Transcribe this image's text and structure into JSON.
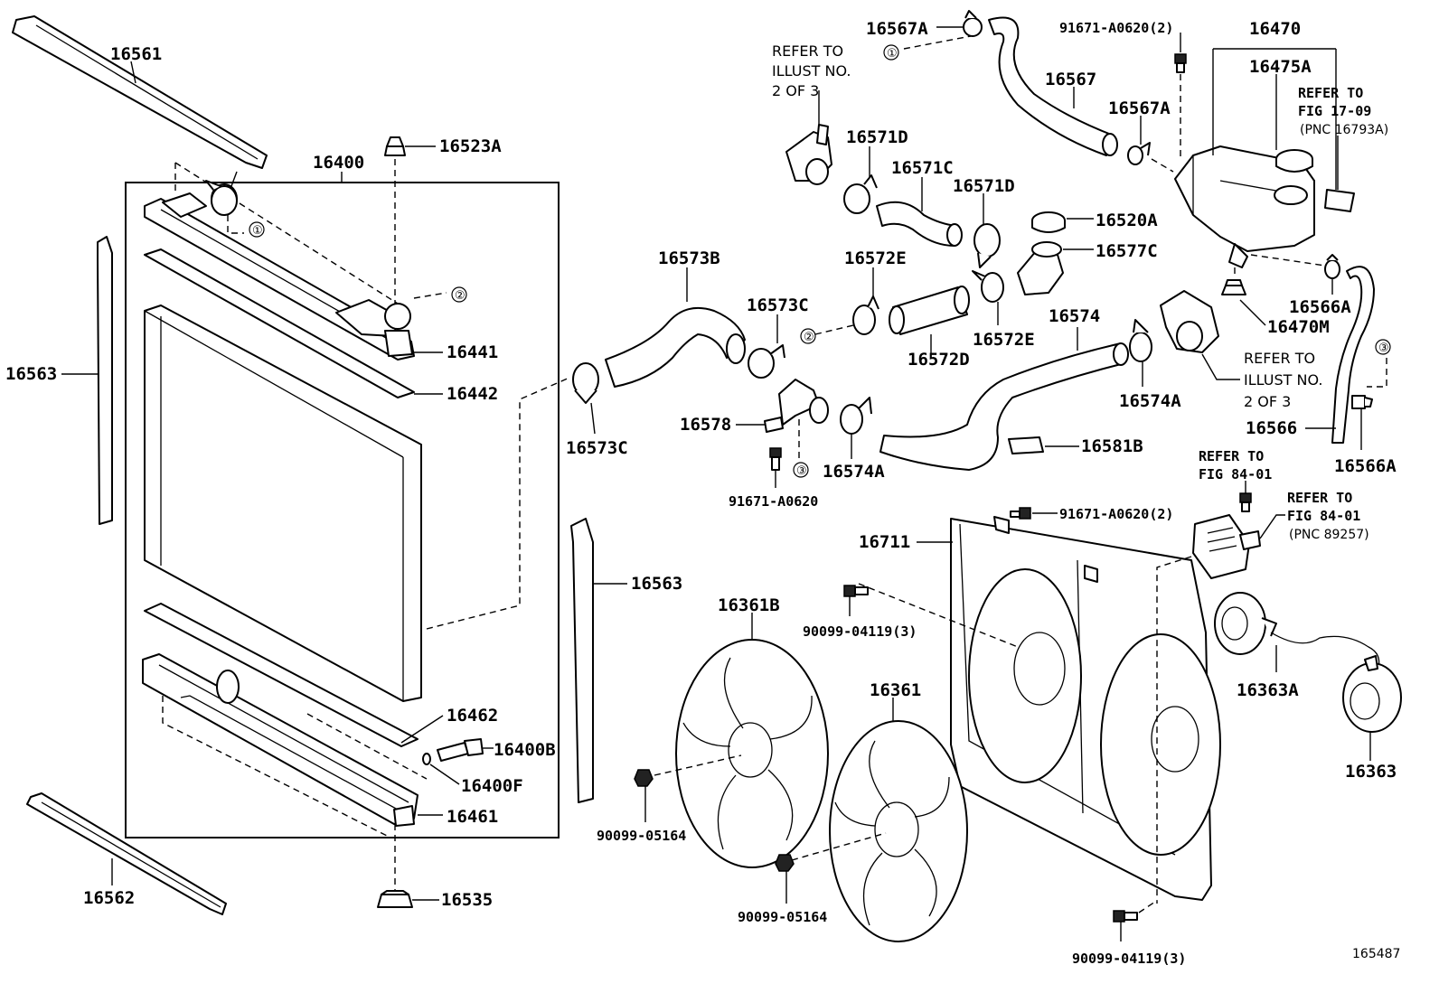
{
  "figure_number": "165487",
  "callouts": {
    "p16561": "16561",
    "p16400": "16400",
    "p16523A": "16523A",
    "p16441": "16441",
    "p16442": "16442",
    "p16563_left": "16563",
    "p16563_right": "16563",
    "p16462": "16462",
    "p16400B": "16400B",
    "p16400F": "16400F",
    "p16461": "16461",
    "p16562": "16562",
    "p16535": "16535",
    "p16567A_top": "16567A",
    "p91671_top": "91671-A0620(2)",
    "p16470": "16470",
    "p16475A": "16475A",
    "p16567": "16567",
    "p16567A_mid": "16567A",
    "p16571D_left": "16571D",
    "p16571C": "16571C",
    "p16571D_right": "16571D",
    "p16520A": "16520A",
    "p16577C": "16577C",
    "p16573B": "16573B",
    "p16572E_top": "16572E",
    "p16573C_mid": "16573C",
    "p16572E_low": "16572E",
    "p16572D": "16572D",
    "p16574": "16574",
    "p16566A_top": "16566A",
    "p16470M": "16470M",
    "p16573C_left": "16573C",
    "p16578": "16578",
    "p91671_mid": "91671-A0620",
    "p16574A_left": "16574A",
    "p16574A_right": "16574A",
    "p16581B": "16581B",
    "p16566": "16566",
    "p16566A_low": "16566A",
    "p16711": "16711",
    "p91671_fan": "91671-A0620(2)",
    "p90099_04119_top": "90099-04119(3)",
    "p16361B": "16361B",
    "p16361": "16361",
    "p16363A": "16363A",
    "p16363": "16363",
    "p90099_05164_left": "90099-05164",
    "p90099_05164_mid": "90099-05164",
    "p90099_04119_bot": "90099-04119(3)"
  },
  "references": {
    "illust_top": [
      "REFER TO",
      "ILLUST NO.",
      "2 OF 3"
    ],
    "illust_right": [
      "REFER TO",
      "ILLUST NO.",
      "2 OF 3"
    ],
    "fig_17_09": [
      "REFER TO",
      "FIG 17-09",
      "(PNC 16793A)"
    ],
    "fig_84_01_a": [
      "REFER TO",
      "FIG 84-01"
    ],
    "fig_84_01_b": [
      "REFER TO",
      "FIG 84-01",
      "(PNC 89257)"
    ]
  },
  "circle_refs": {
    "c1_rad": "①",
    "c2_rad": "②",
    "c1_top": "①",
    "c2_hose": "②",
    "c3_outlet": "③",
    "c3_right": "③"
  },
  "colors": {
    "line": "#000000",
    "background": "#ffffff"
  }
}
